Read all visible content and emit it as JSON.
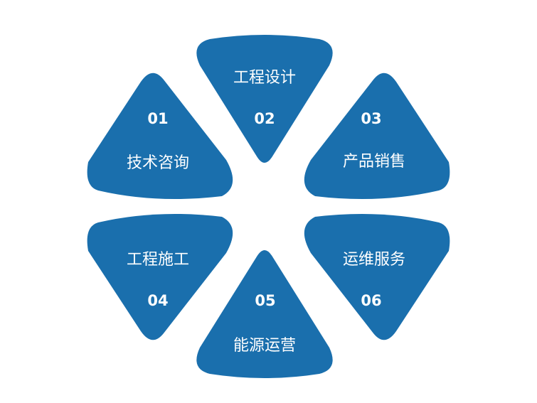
{
  "colors": {
    "petal": "#1a6fad",
    "text": "#ffffff",
    "background": "#ffffff"
  },
  "segments": [
    {
      "number": "01",
      "label": "技术咨询"
    },
    {
      "number": "02",
      "label": "工程设计"
    },
    {
      "number": "03",
      "label": "产品销售"
    },
    {
      "number": "04",
      "label": "工程施工"
    },
    {
      "number": "05",
      "label": "能源运营"
    },
    {
      "number": "06",
      "label": "运维服务"
    }
  ]
}
